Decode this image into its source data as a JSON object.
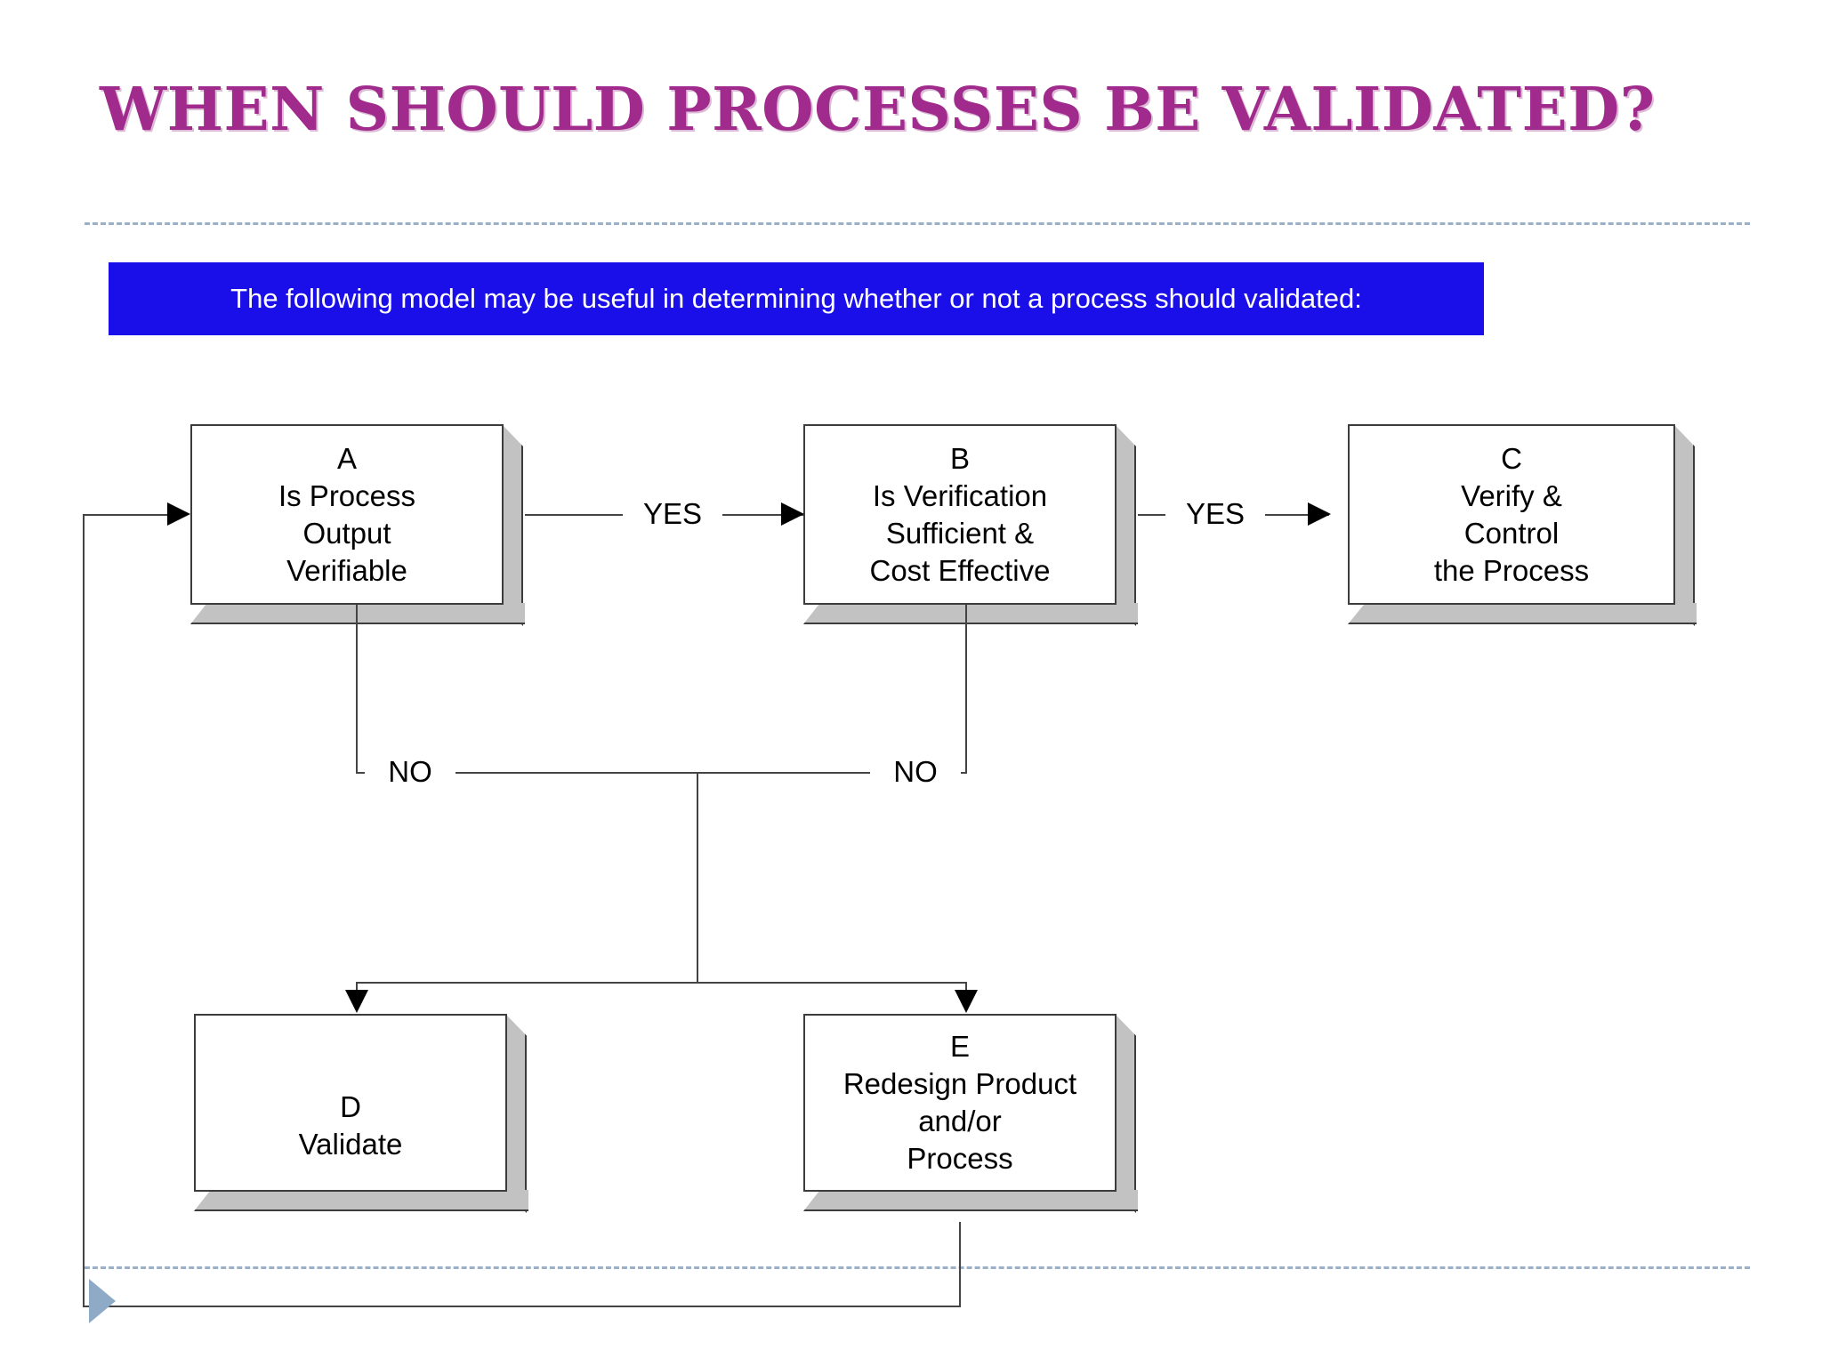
{
  "slide": {
    "title": "WHEN SHOULD PROCESSES BE VALIDATED?",
    "title_color": "#A02B8C",
    "background_color": "#FFFFFF",
    "banner": {
      "text": "The following model may be useful in determining whether or not a process should validated:",
      "background_color": "#1A0FE8",
      "text_color": "#FFFFFF"
    },
    "divider_color": "#9BB0C6",
    "deco_triangle_color": "#8FAAC6"
  },
  "chart_data": {
    "type": "flowchart",
    "title": "Process validation decision model",
    "nodes": [
      {
        "id": "A",
        "letter": "A",
        "text": "Is Process\nOutput\nVerifiable",
        "full_text": "A\nIs Process\nOutput\nVerifiable"
      },
      {
        "id": "B",
        "letter": "B",
        "text": "Is Verification\nSufficient &\nCost Effective",
        "full_text": "B\nIs Verification\nSufficient &\nCost Effective"
      },
      {
        "id": "C",
        "letter": "C",
        "text": "Verify &\nControl\nthe Process",
        "full_text": "C\nVerify &\nControl\nthe Process"
      },
      {
        "id": "D",
        "letter": "D",
        "text": "Validate",
        "full_text": "D\nValidate"
      },
      {
        "id": "E",
        "letter": "E",
        "text": "Redesign Product\nand/or\nProcess",
        "full_text": "E\nRedesign Product\nand/or\nProcess"
      }
    ],
    "edges": [
      {
        "from": "A",
        "to": "B",
        "label": "YES"
      },
      {
        "from": "B",
        "to": "C",
        "label": "YES"
      },
      {
        "from": "A",
        "to": "D",
        "label": "NO"
      },
      {
        "from": "B",
        "to": "E",
        "label": "NO"
      },
      {
        "from": "E",
        "to": "A",
        "label": ""
      }
    ],
    "box_fill": "#FFFFFF",
    "box_border": "#3C3C3C",
    "box_shadow_face": "#C2C2C2",
    "connector_color": "#444444"
  }
}
